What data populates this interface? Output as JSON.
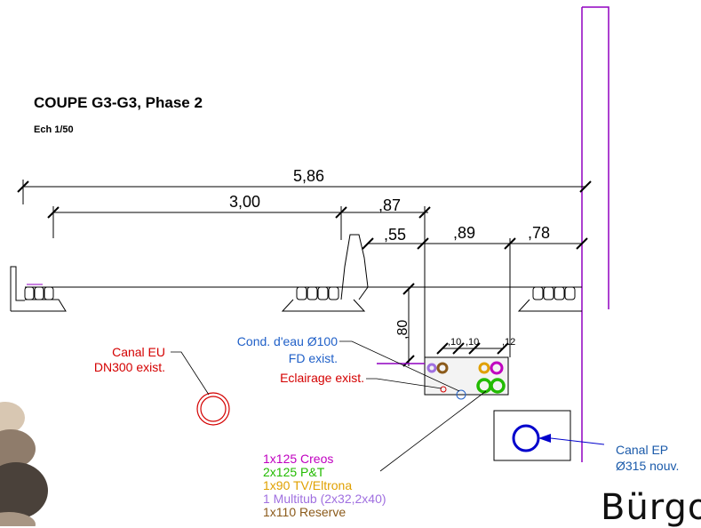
{
  "header": {
    "title": "COUPE G3-G3, Phase 2",
    "scale": "Ech 1/50"
  },
  "dimensions": {
    "total_width": "5,86",
    "left_width": "3,00",
    "mid_width": ",87",
    "curb_gap": ",55",
    "trench_width": ",89",
    "right_width": ",78",
    "depth": ",80",
    "spacing_a": ",10",
    "spacing_b": ",10",
    "spacing_c": ",12"
  },
  "callouts": {
    "canal_eu_line1": "Canal EU",
    "canal_eu_line2": "DN300 exist.",
    "water_line1": "Cond. d'eau Ø100",
    "water_line2": "FD exist.",
    "lighting": "Eclairage exist.",
    "canal_ep_line1": "Canal EP",
    "canal_ep_line2": "Ø315 nouv."
  },
  "legend": [
    {
      "text": "1x125 Creos",
      "color": "#c000c0"
    },
    {
      "text": "2x125 P&T",
      "color": "#22bb00"
    },
    {
      "text": "1x90 TV/Eltrona",
      "color": "#e0a000"
    },
    {
      "text": "1 Multitub (2x32,2x40)",
      "color": "#a070e0"
    },
    {
      "text": "1x110 Reserve",
      "color": "#8b5a1a"
    }
  ],
  "footer": {
    "partial_text": "Bürgo"
  },
  "colors": {
    "canal_eu": "#d40000",
    "water": "#2060c8",
    "lighting": "#d40000",
    "canal_ep": "#0000cc",
    "boundary": "#9000c0",
    "lines": "#000000"
  }
}
